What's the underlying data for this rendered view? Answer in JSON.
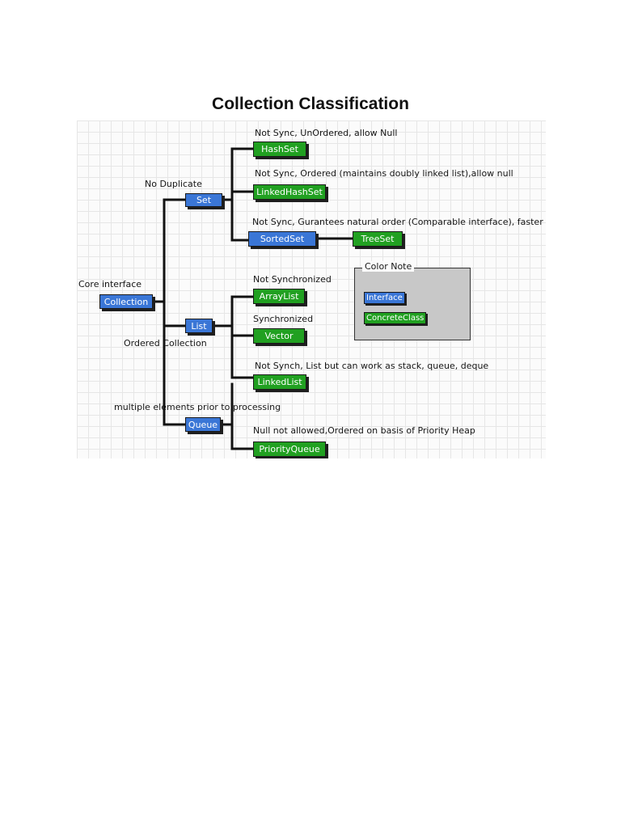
{
  "title": "Collection Classification",
  "colors": {
    "interface": "#3a76d6",
    "concrete_class": "#21a021",
    "legend_background": "#c8c8c8",
    "connector": "#111111"
  },
  "nodes": {
    "collection": "Collection",
    "set": "Set",
    "list": "List",
    "queue": "Queue",
    "hashset": "HashSet",
    "linkedhashset": "LinkedHashSet",
    "sortedset": "SortedSet",
    "treeset": "TreeSet",
    "arraylist": "ArrayList",
    "vector": "Vector",
    "linkedlist": "LinkedList",
    "priorityqueue": "PriorityQueue"
  },
  "notes": {
    "core_interface": "Core interface",
    "no_duplicate": "No Duplicate",
    "ordered_collection": "Ordered Collection",
    "multiple_elements": "multiple elements prior to processing",
    "hashset": "Not Sync, UnOrdered, allow Null",
    "linkedhashset": "Not Sync, Ordered (maintains doubly linked list),allow null",
    "sortedset": "Not Sync, Gurantees natural order (Comparable interface), faster",
    "arraylist": "Not Synchronized",
    "vector": "Synchronized",
    "linkedlist": "Not Synch, List but can work as stack, queue, deque",
    "priorityqueue": "Null not allowed,Ordered on basis of Priority Heap"
  },
  "legend": {
    "title": "Color Note",
    "interface_label": "Interface",
    "concrete_label": "ConcreteClass"
  }
}
